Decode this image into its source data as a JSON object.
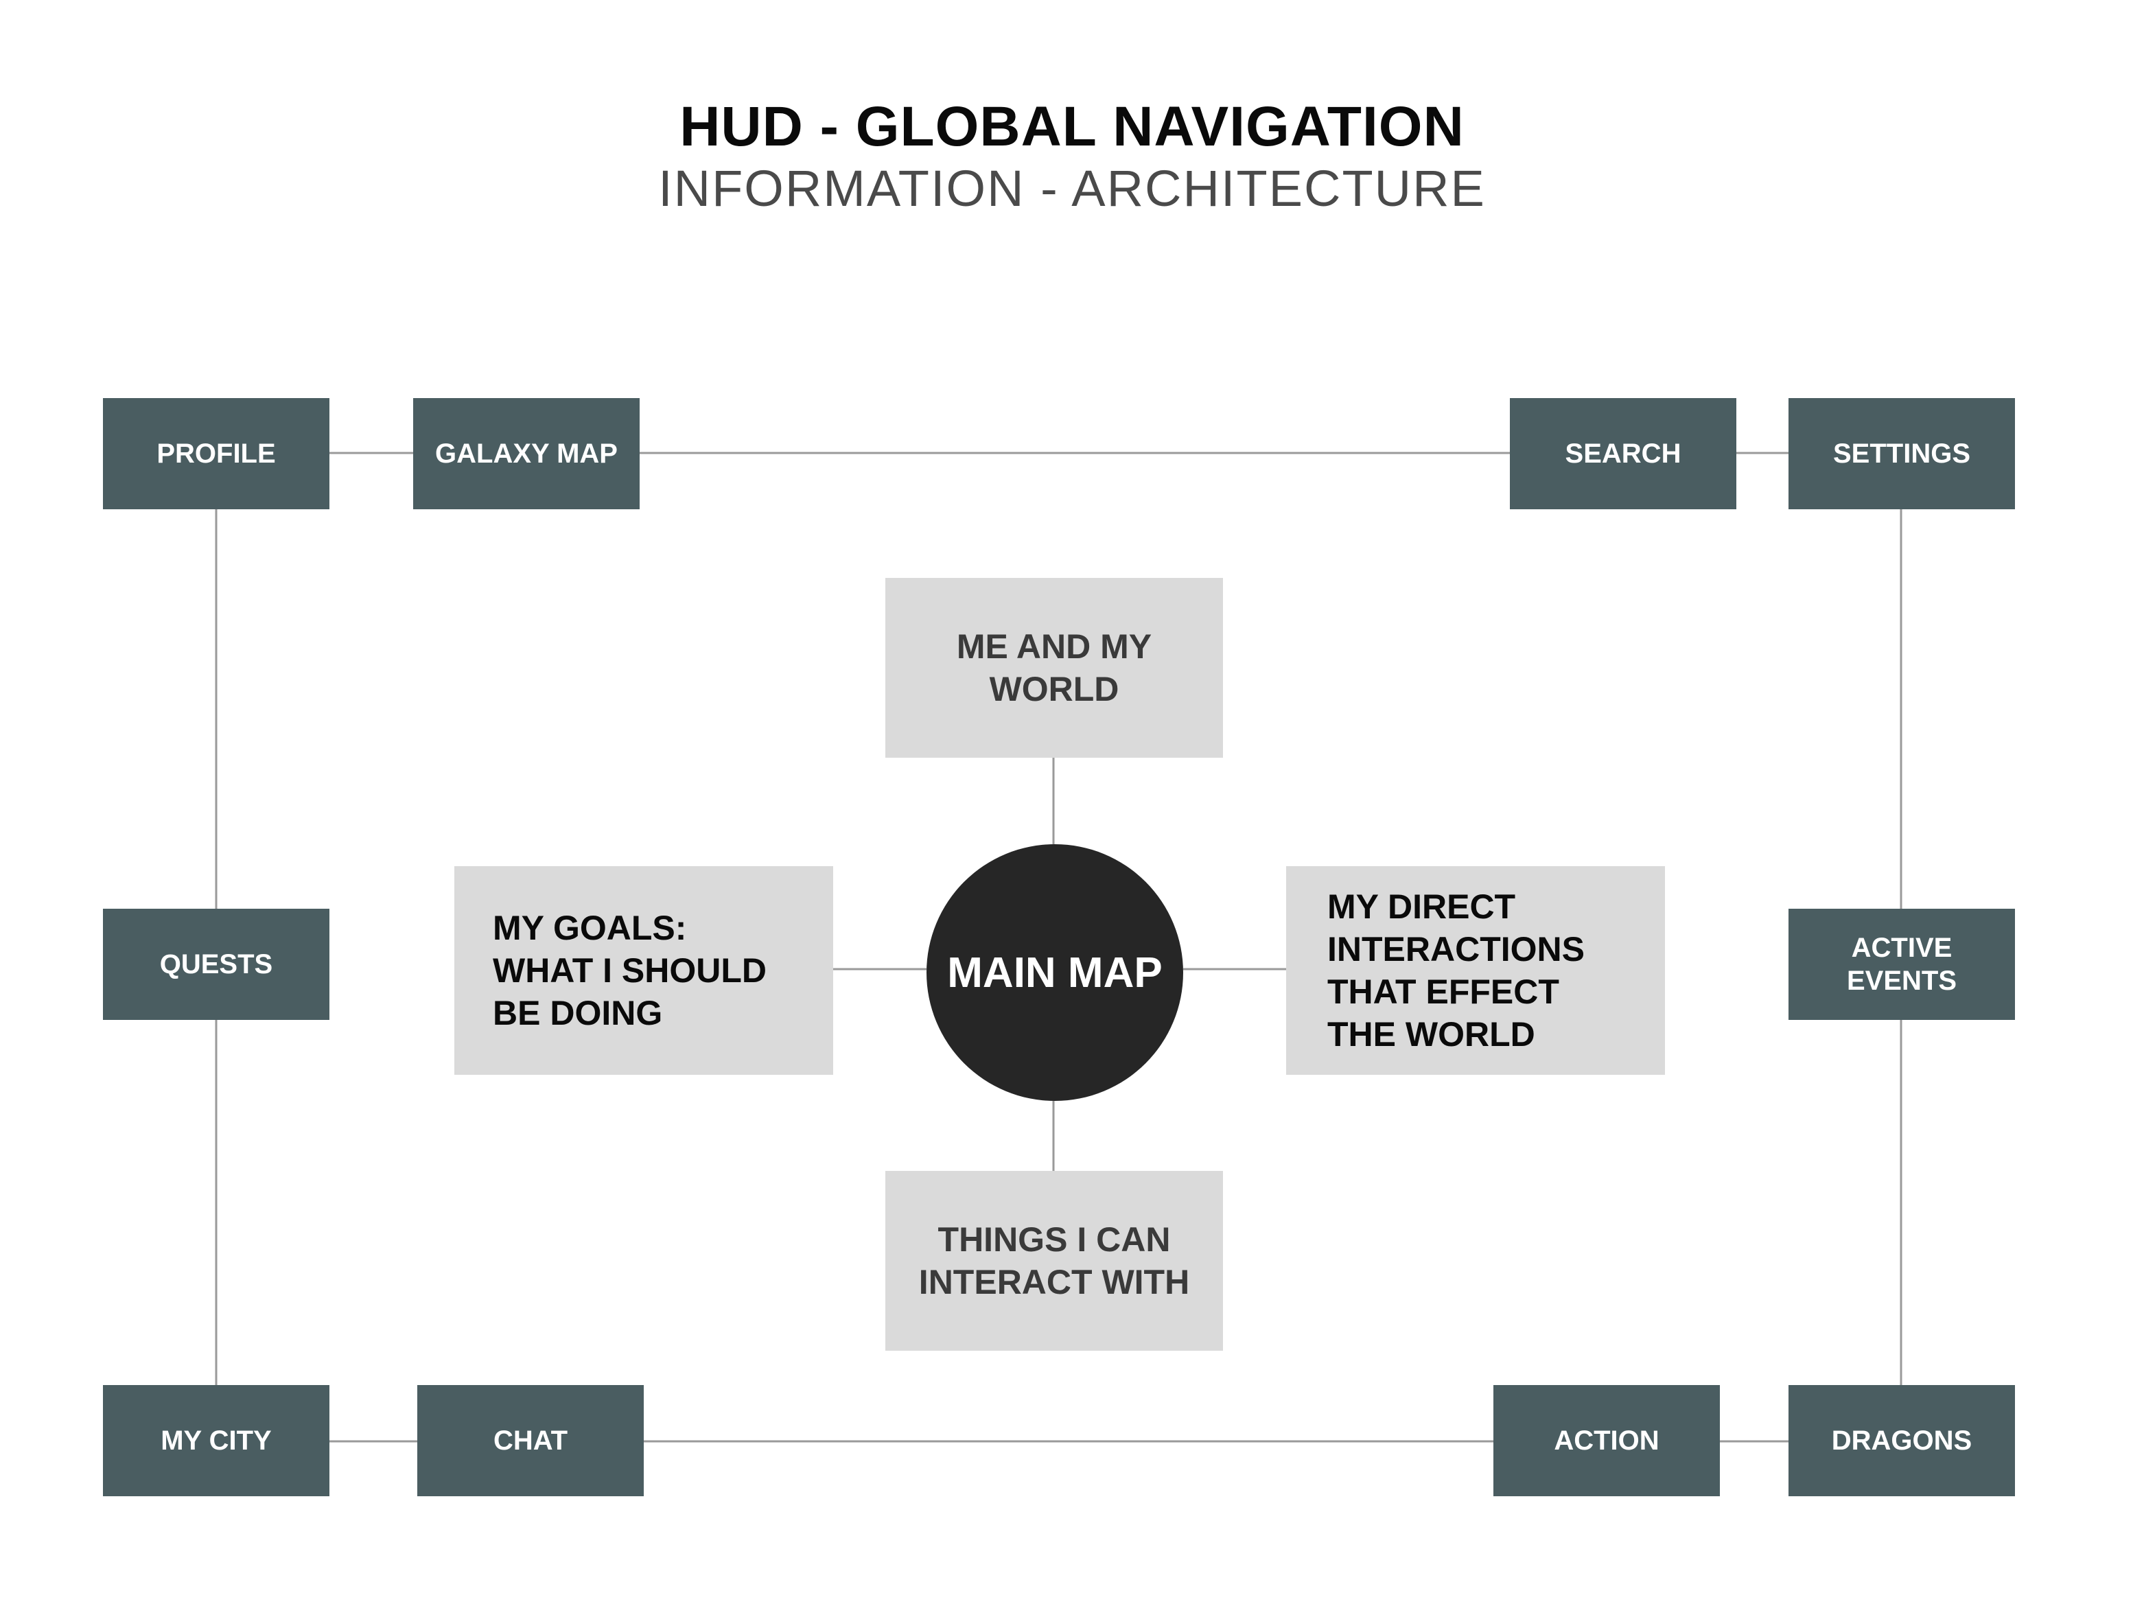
{
  "header": {
    "title": "HUD - GLOBAL NAVIGATION",
    "subtitle": "INFORMATION - ARCHITECTURE"
  },
  "hub": {
    "label": "MAIN MAP"
  },
  "categories": {
    "top": "ME AND MY\nWORLD",
    "left": "MY GOALS:\nWHAT I SHOULD\nBE DOING",
    "right": "MY DIRECT\nINTERACTIONS\nTHAT EFFECT\nTHE WORLD",
    "bottom": "THINGS I CAN\nINTERACT WITH"
  },
  "nav": {
    "profile": "PROFILE",
    "galaxy_map": "GALAXY MAP",
    "search": "SEARCH",
    "settings": "SETTINGS",
    "quests": "QUESTS",
    "active_events": "ACTIVE\nEVENTS",
    "my_city": "MY CITY",
    "chat": "CHAT",
    "action": "ACTION",
    "dragons": "DRAGONS"
  },
  "colors": {
    "nav_box": "#4a5d61",
    "category_box": "#dadada",
    "hub": "#262626",
    "connector": "#9a9a9a"
  }
}
